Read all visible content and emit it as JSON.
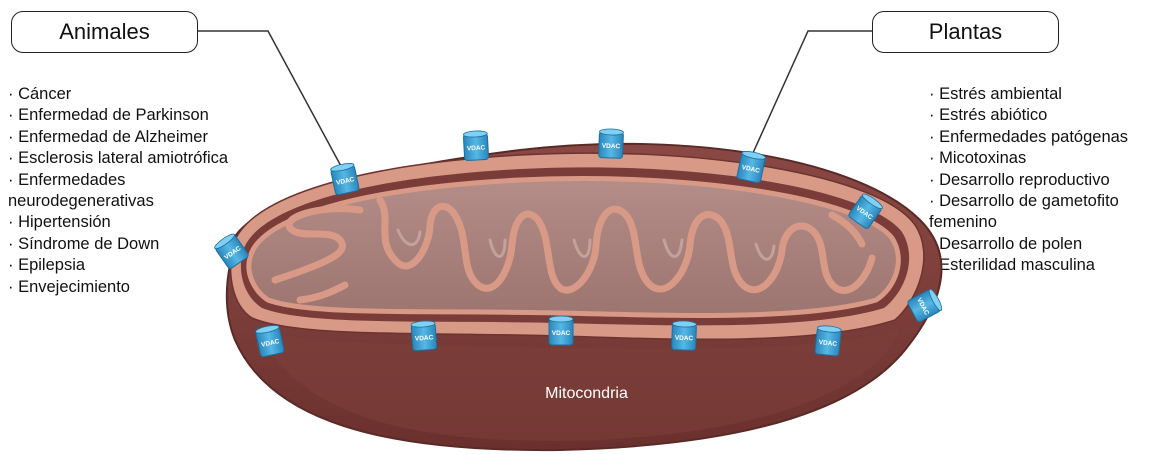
{
  "animales": {
    "title": "Animales",
    "items": [
      "· Cáncer",
      "· Enfermedad de Parkinson",
      "· Enfermedad de Alzheimer",
      "· Esclerosis lateral amiotrófica",
      "· Enfermedades",
      "neurodegenerativas",
      "· Hipertensión",
      "· Síndrome de Down",
      "· Epilepsia",
      "· Envejecimiento"
    ]
  },
  "plantas": {
    "title": "Plantas",
    "items": [
      "· Estrés ambiental",
      "· Estrés abiótico",
      "· Enfermedades patógenas",
      "· Micotoxinas",
      "· Desarrollo reproductivo",
      "· Desarrollo de gametofito",
      "femenino",
      "· Desarrollo de polen",
      "· Esterilidad masculina"
    ]
  },
  "mitochondria": {
    "label": "Mitocondria",
    "channel_label": "VDAC",
    "colors": {
      "outer_body": "#7e3f3b",
      "outer_edge": "#5a2a27",
      "membrane": "#d89a86",
      "matrix": "#a57f7b",
      "cristae": "#c9a7a1",
      "vdac": "#3a9fd2"
    }
  }
}
